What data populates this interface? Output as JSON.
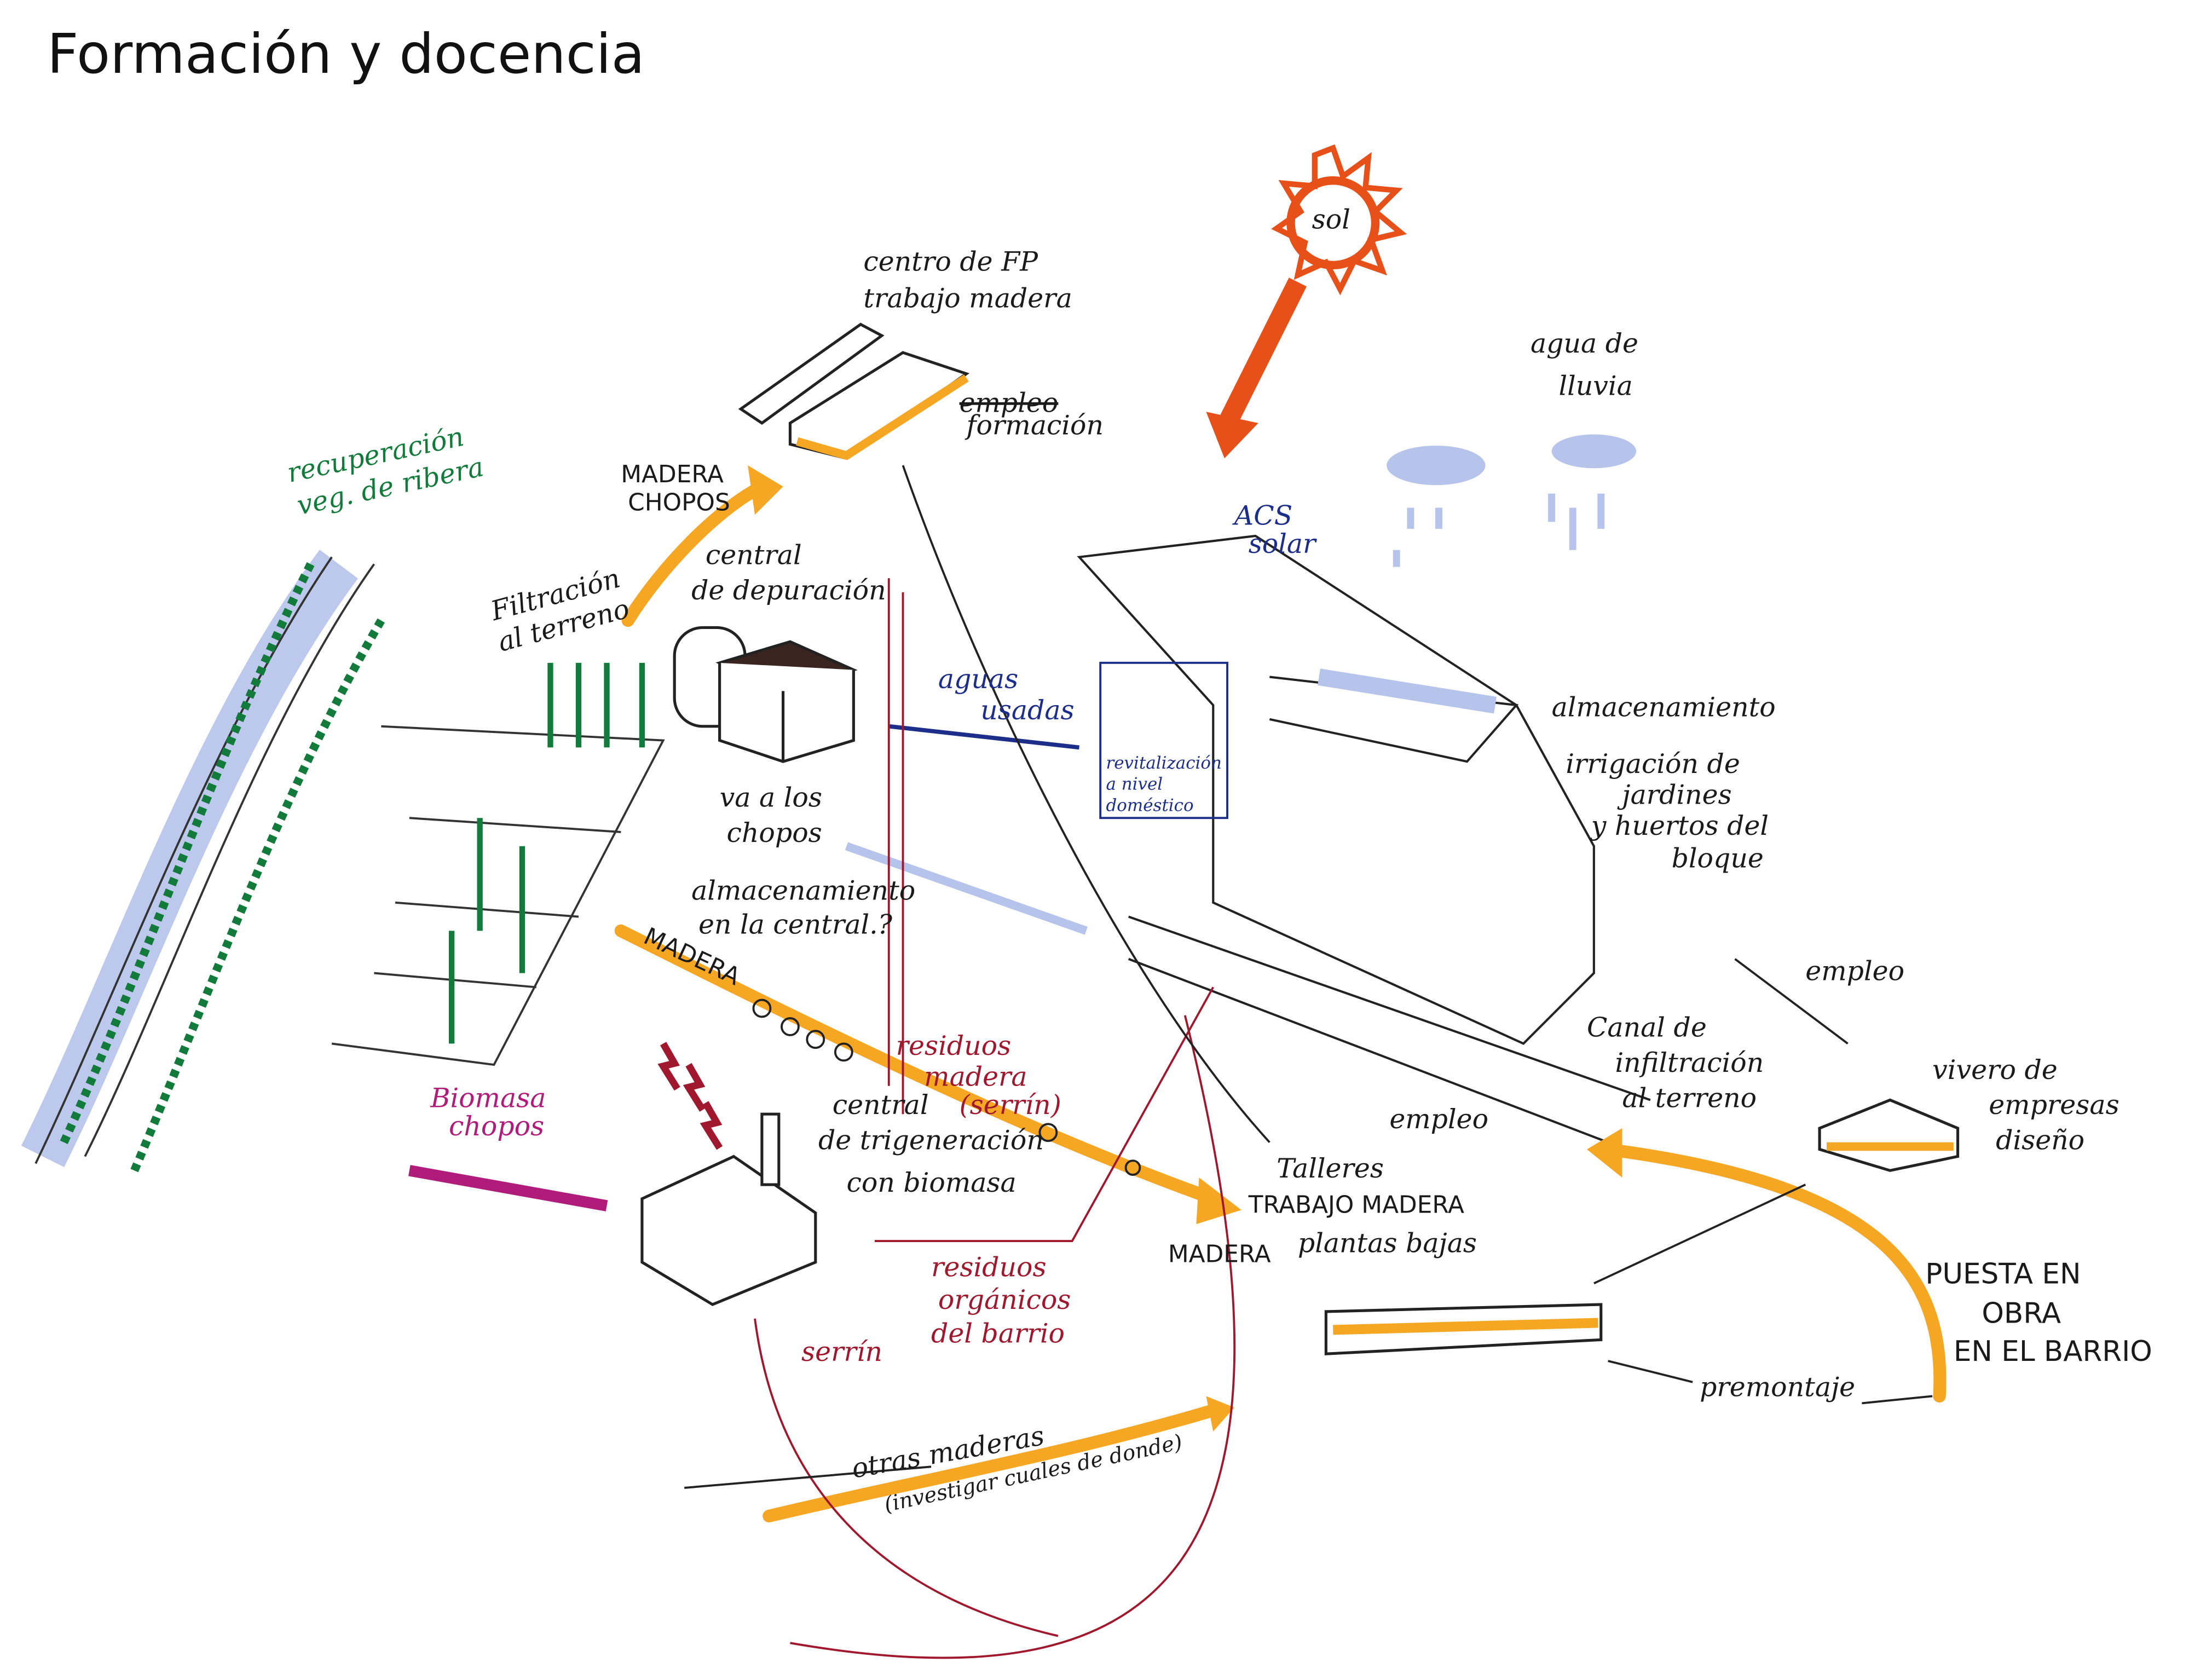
{
  "title": "Formación y docencia",
  "colors": {
    "wood": "#f5a623",
    "sun": "#e8501a",
    "water": "#b6c3ea",
    "plants": "#127a3a",
    "waste": "#a0182e",
    "domestic": "#1d2e8a",
    "biomass": "#b01c7a",
    "ink": "#1a1a1a"
  },
  "labels": {
    "sol": "sol",
    "centro_fp": [
      "centro de FP",
      "trabajo madera"
    ],
    "empleo_struck": "empleo",
    "formacion": "formación",
    "agua_lluvia": [
      "agua de",
      "lluvia"
    ],
    "acs_solar": [
      "ACS",
      "solar"
    ],
    "ribera": [
      "recuperación",
      "veg. de ribera"
    ],
    "madera_chopos": [
      "MADERA",
      "CHOPOS"
    ],
    "central_depuracion": [
      "central",
      "de depuración"
    ],
    "filtracion": [
      "Filtración",
      "al terreno"
    ],
    "aguas_usadas": [
      "aguas",
      "usadas"
    ],
    "revitalizacion": [
      "revitalización",
      "a nivel",
      "doméstico"
    ],
    "almacenamiento": "almacenamiento",
    "irrigacion": [
      "irrigación de",
      "jardines",
      "y huertos del",
      "bloque"
    ],
    "va_chopos": [
      "va a los",
      "chopos"
    ],
    "almacenamiento_central": [
      "almacenamiento",
      "en la central.?"
    ],
    "madera_1": "MADERA",
    "empleo_1": "empleo",
    "canal": [
      "Canal de",
      "infiltración",
      "al terreno"
    ],
    "residuos_madera": [
      "residuos",
      "madera",
      "(serrín)"
    ],
    "central_trigeneracion": [
      "central",
      "de trigeneración",
      "con biomasa"
    ],
    "vivero": [
      "vivero de",
      "empresas",
      "diseño"
    ],
    "empleo_2": "empleo",
    "biomasa_chopos": [
      "Biomasa",
      "chopos"
    ],
    "talleres": [
      "Talleres",
      "TRABAJO MADERA",
      "plantas bajas"
    ],
    "madera_2": "MADERA",
    "residuos_organicos": [
      "residuos",
      "orgánicos",
      "del barrio"
    ],
    "puesta_obra": [
      "PUESTA EN",
      "OBRA",
      "EN EL BARRIO"
    ],
    "serrin": "serrín",
    "premontaje": "premontaje",
    "otras_maderas": [
      "otras maderas",
      "(investigar cuales de donde)"
    ]
  }
}
